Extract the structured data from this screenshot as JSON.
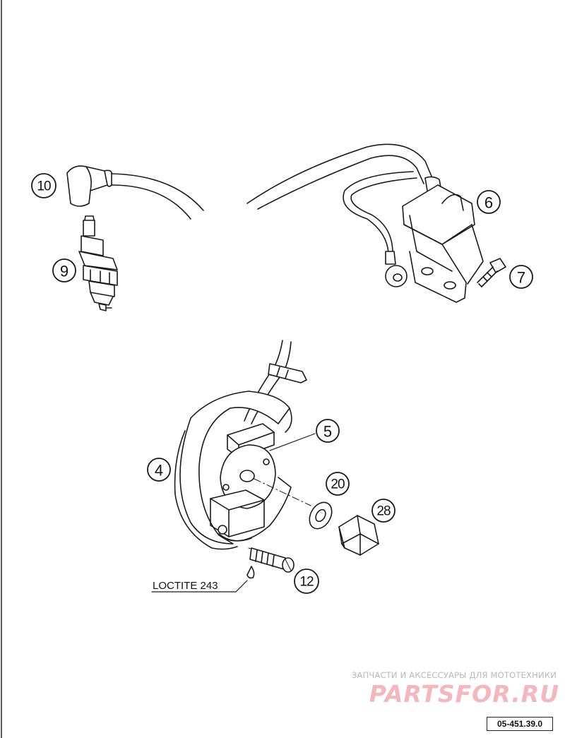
{
  "callouts": {
    "c4": "4",
    "c5": "5",
    "c6": "6",
    "c7": "7",
    "c9": "9",
    "c10": "10",
    "c12": "12",
    "c20": "20",
    "c28": "28"
  },
  "annotation": {
    "loctite": "LOCTITE 243"
  },
  "watermark": {
    "caption": "ЗАПЧАСТИ И АКСЕССУАРЫ ДЛЯ МОТОТЕХНИКИ",
    "logo": "PARTSFOR.RU"
  },
  "document_code": "05-451.39.0",
  "colors": {
    "line": "#1a1a1a",
    "watermark": "#f3b7bd"
  }
}
